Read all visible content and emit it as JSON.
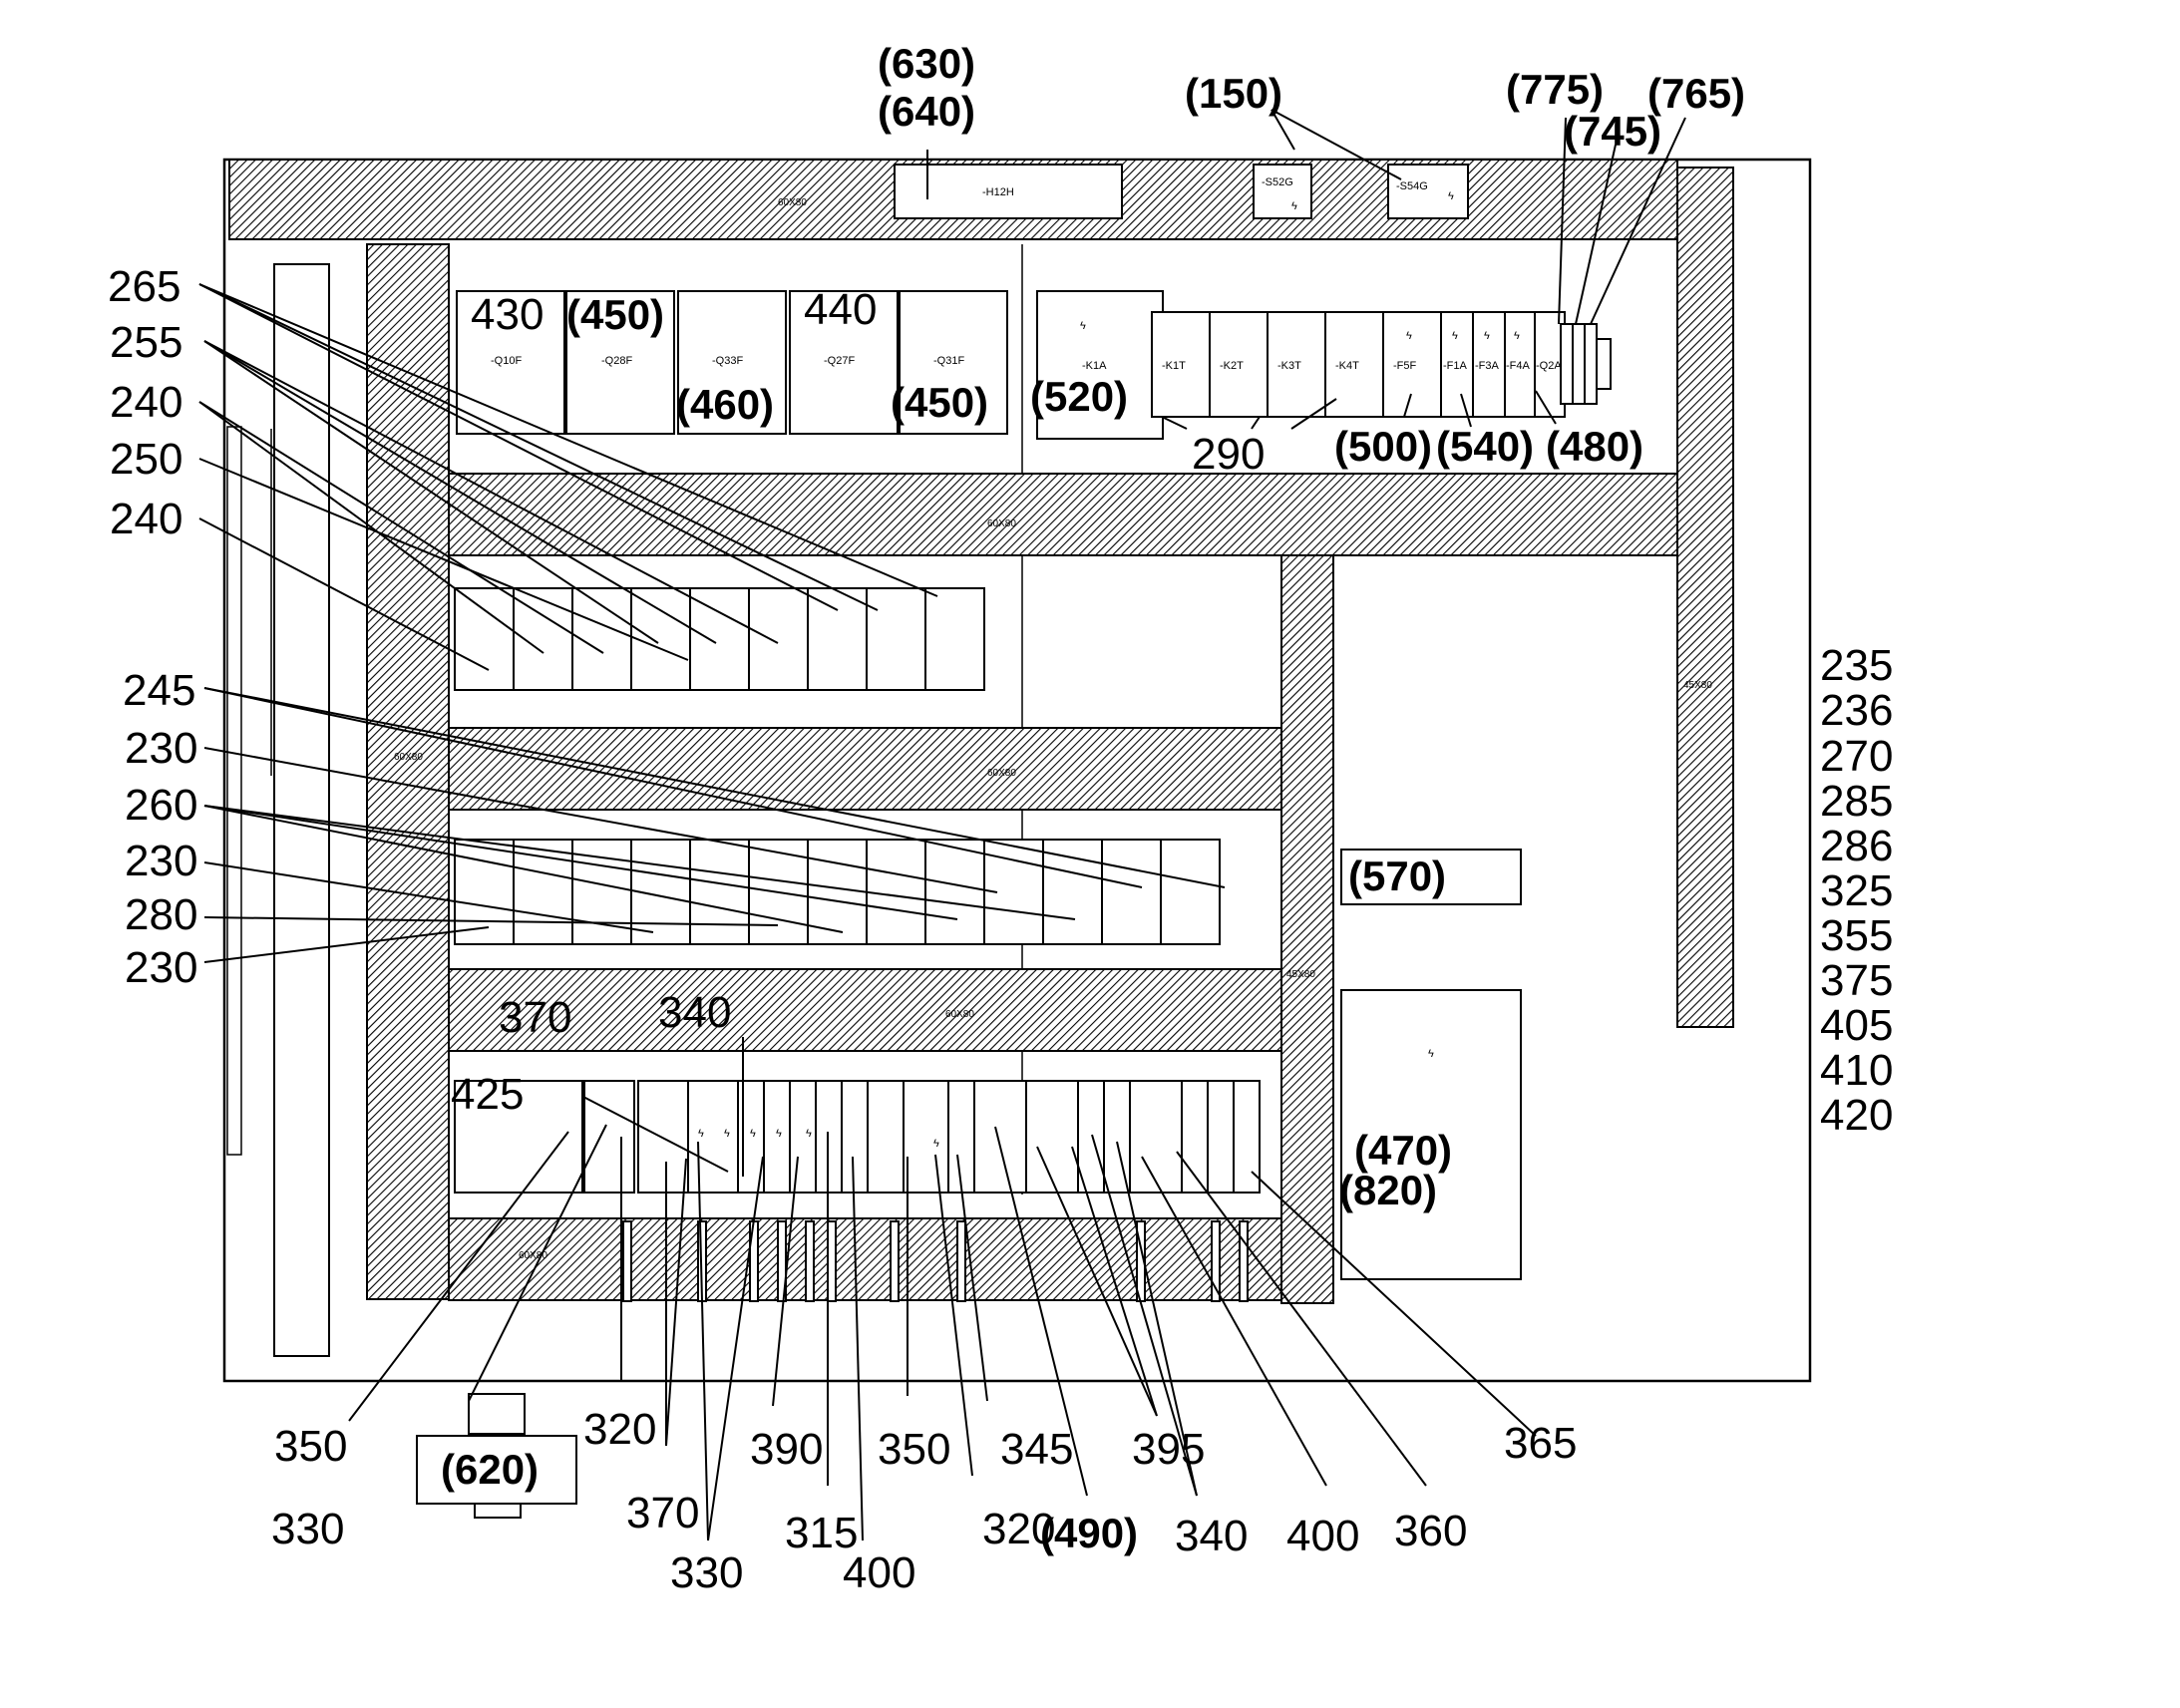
{
  "duct_tags": {
    "top": "60X80",
    "mid1": "60X80",
    "mid2": "60X80",
    "mid3": "60X80",
    "bottom": "60X80",
    "left": "60X80",
    "vert_center": "45X80",
    "vert_right": "45X80"
  },
  "devices": {
    "h12h": "-H12H",
    "s52g": "-S52G",
    "s54g": "-S54G",
    "q10f": "-Q10F",
    "q28f": "-Q28F",
    "q33f": "-Q33F",
    "q27f": "-Q27F",
    "q31f": "-Q31F",
    "k1a": "-K1A",
    "k1t": "-K1T",
    "k2t": "-K2T",
    "k3t": "-K3T",
    "k4t": "-K4T",
    "f5f": "-F5F",
    "f1a": "-F1A",
    "f3a": "-F3A",
    "f4a": "-F4A",
    "q2a": "-Q2A"
  },
  "labels": {
    "l630": "(630)",
    "l640": "(640)",
    "l150": "(150)",
    "l775": "(775)",
    "l745": "(745)",
    "l765": "(765)",
    "l265": "265",
    "l255": "255",
    "l240a": "240",
    "l250": "250",
    "l240b": "240",
    "l245": "245",
    "l230a": "230",
    "l260": "260",
    "l230b": "230",
    "l280": "280",
    "l230c": "230",
    "l430": "430",
    "l450a": "(450)",
    "l460": "(460)",
    "l440": "440",
    "l450b": "(450)",
    "l520": "(520)",
    "l290": "290",
    "l500": "(500)",
    "l540": "(540)",
    "l480": "(480)",
    "l570": "(570)",
    "l470": "(470)",
    "l820": "(820)",
    "l370top": "370",
    "l340top": "340",
    "l425": "425",
    "l350a": "350",
    "l330a": "330",
    "l320a": "320",
    "l370b": "370",
    "l330b": "330",
    "l390": "390",
    "l315": "315",
    "l400a": "400",
    "l350b": "350",
    "l320b": "320",
    "l345": "345",
    "l490": "(490)",
    "l395": "395",
    "l340b": "340",
    "l400b": "400",
    "l360": "360",
    "l365": "365",
    "l620": "(620)",
    "right_list": [
      "235",
      "236",
      "270",
      "285",
      "286",
      "325",
      "355",
      "375",
      "405",
      "410",
      "420"
    ]
  }
}
